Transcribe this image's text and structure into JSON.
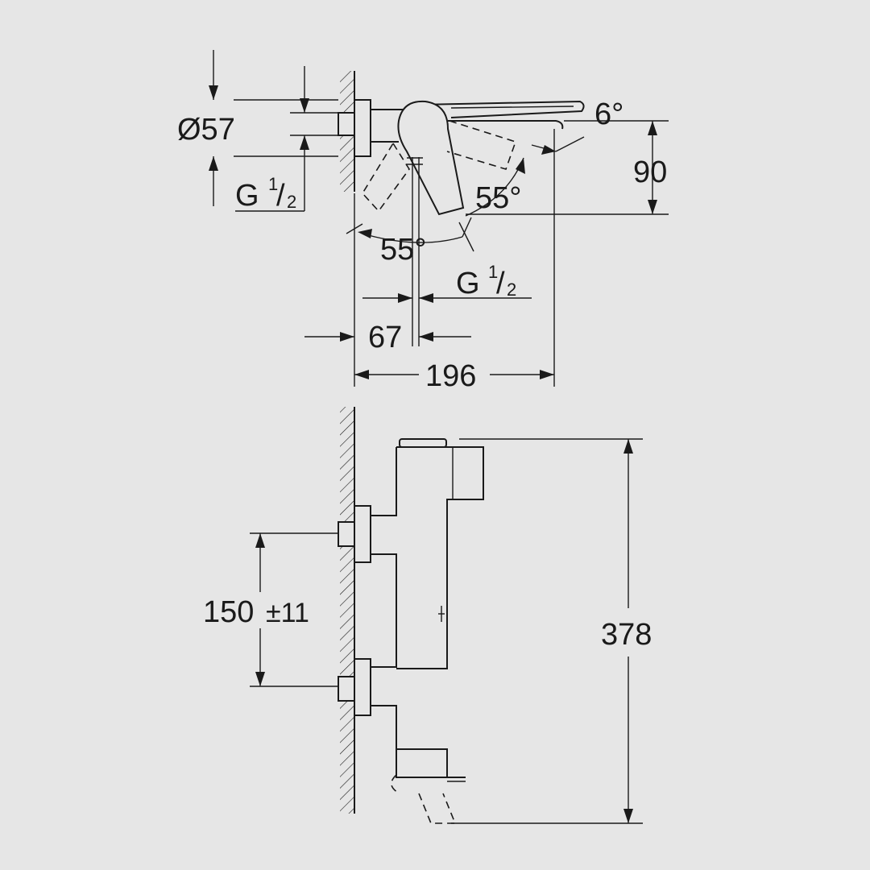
{
  "top_view": {
    "diameter_label": "Ø57",
    "inlet_label_g": "G",
    "inlet_label_frac_num": "1",
    "inlet_label_frac_den": "2",
    "angle_tilt": "6°",
    "height_90": "90",
    "angle_lever_a": "55°",
    "angle_lever_b": "55°",
    "outlet_label_g": "G",
    "outlet_label_frac_num": "1",
    "outlet_label_frac_den": "2",
    "offset_67": "67",
    "depth_196": "196"
  },
  "side_view": {
    "centers_label": "150",
    "centers_tolerance": "±11",
    "height_378": "378"
  }
}
